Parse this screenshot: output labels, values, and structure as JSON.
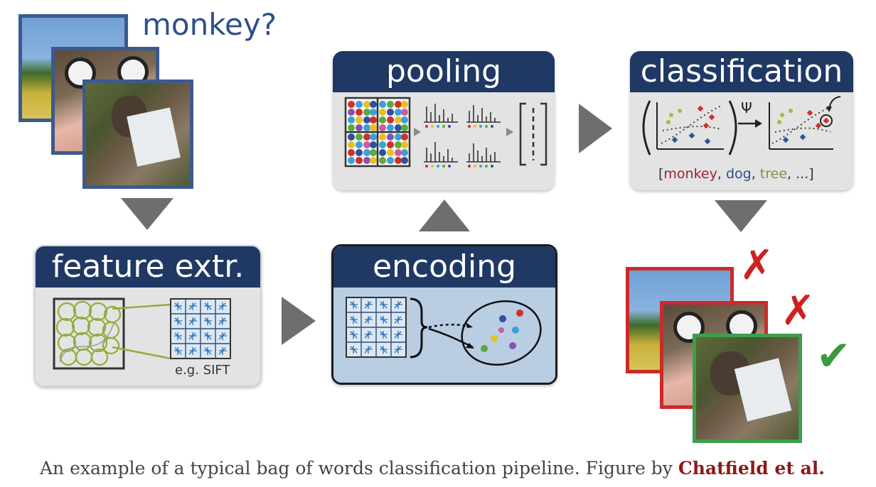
{
  "query": "monkey?",
  "stages": {
    "feature": "feature extr.",
    "encoding": "encoding",
    "pooling": "pooling",
    "classification": "classification"
  },
  "feature_note": "e.g. SIFT",
  "psi_symbol": "Ψ",
  "class_labels": {
    "open": "[",
    "monkey": "monkey",
    "sep1": ", ",
    "dog": "dog",
    "sep2": ", ",
    "tree": "tree",
    "rest": ", ...]"
  },
  "results": {
    "wrong_mark": "✗",
    "right_mark": "✔"
  },
  "caption": {
    "text": "An example of a typical bag of words classification pipeline. Figure by ",
    "author": "Chatfield et al."
  },
  "colors": {
    "header": "#1f3864",
    "arrow": "#6e6e6e",
    "wrong": "#cc2222",
    "right": "#3a9a3a"
  }
}
